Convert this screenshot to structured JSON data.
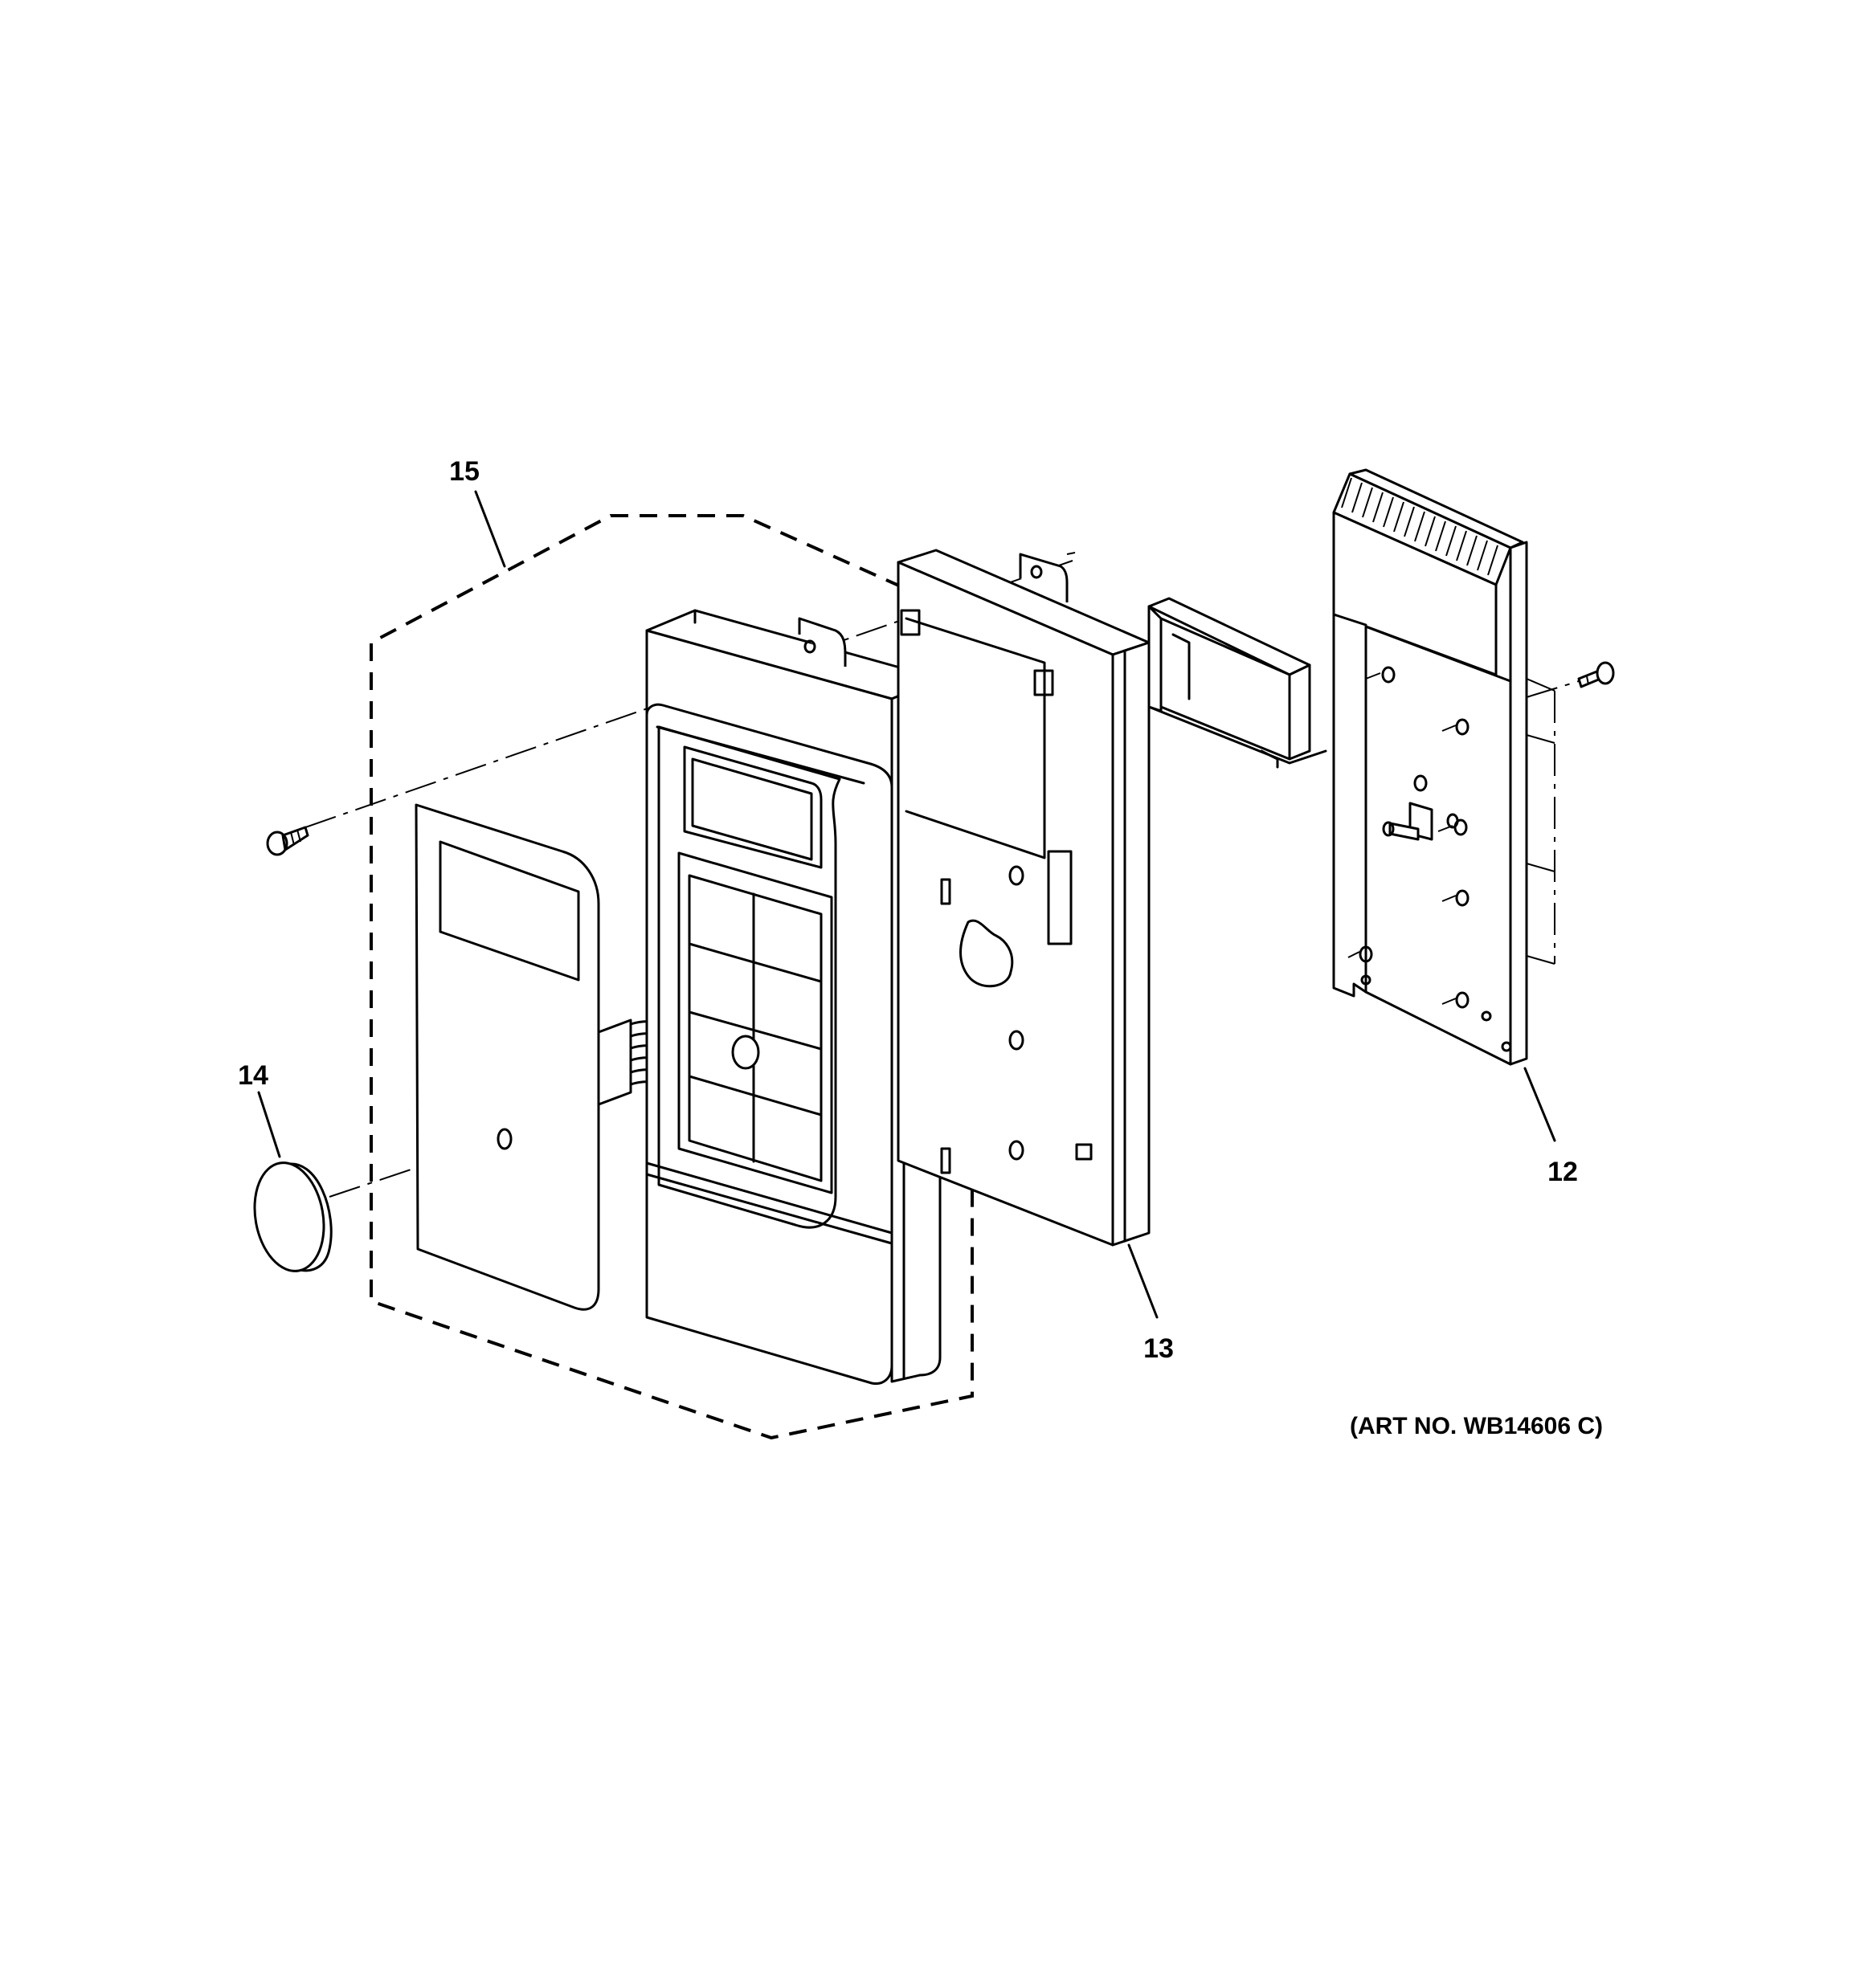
{
  "callouts": {
    "c12": "12",
    "c13": "13",
    "c14": "14",
    "c15": "15"
  },
  "art_number": "(ART NO. WB14606 C)",
  "icons": [
    "screw-icon",
    "knob-icon",
    "circuit-board-icon",
    "control-panel-icon",
    "bracket-icon",
    "keypad-icon"
  ]
}
